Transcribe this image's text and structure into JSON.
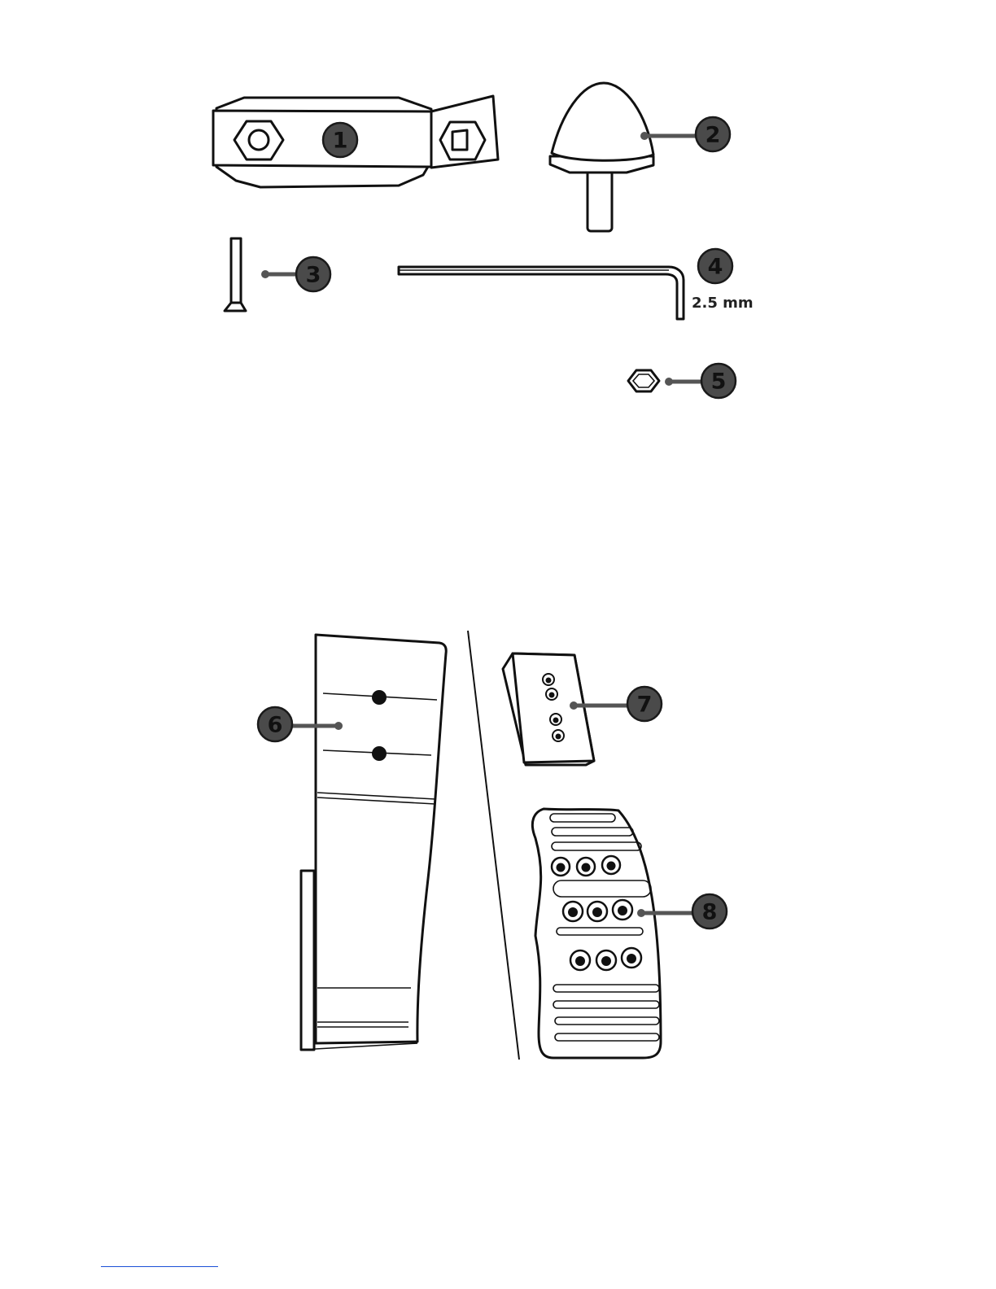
{
  "parts": [
    {
      "id": "part-1",
      "label": "1"
    },
    {
      "id": "part-2",
      "label": "2"
    },
    {
      "id": "part-3",
      "label": "3"
    },
    {
      "id": "part-4",
      "label": "4",
      "size": "2.5 mm"
    },
    {
      "id": "part-5",
      "label": "5"
    },
    {
      "id": "part-6",
      "label": "6"
    },
    {
      "id": "part-7",
      "label": "7"
    },
    {
      "id": "part-8",
      "label": "8"
    }
  ],
  "colors": {
    "line": "#111111",
    "badge_fill": "#4a4a4a",
    "leader": "#555555",
    "link_underline": "#1a4fd6"
  }
}
